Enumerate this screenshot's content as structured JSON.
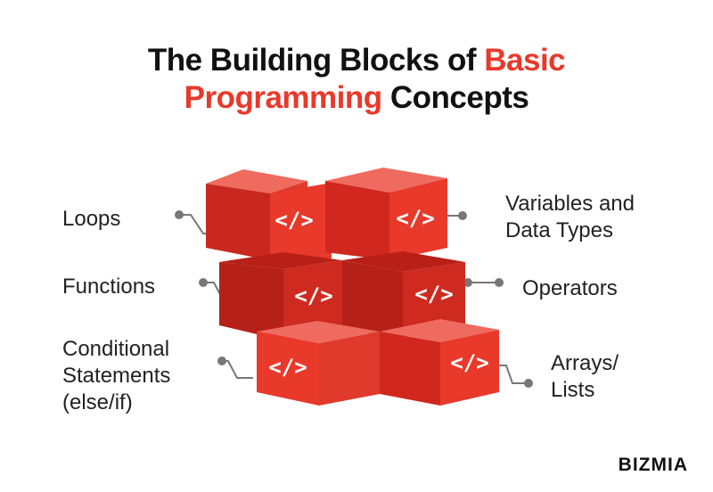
{
  "title": {
    "line1_pre": "The Building Blocks of ",
    "line1_accent": "Basic",
    "line2_accent": "Programming",
    "line2_post": " Concepts"
  },
  "concepts": {
    "loops": "Loops",
    "functions": "Functions",
    "conditional": [
      "Conditional",
      "Statements",
      "(else/if)"
    ],
    "variables": [
      "Variables and",
      "Data Types"
    ],
    "operators": "Operators",
    "arrays": [
      "Arrays/",
      "Lists"
    ]
  },
  "block_symbol": "</>",
  "brand": "BIZMIA",
  "colors": {
    "accent": "#e8392b",
    "block_light": "#e8392b",
    "block_dark": "#c8281f",
    "text": "#222222",
    "connector": "#777777"
  }
}
